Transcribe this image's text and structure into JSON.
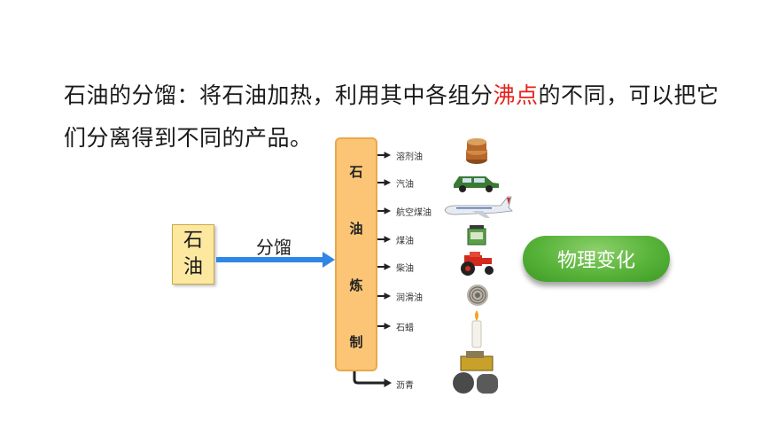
{
  "intro": {
    "part1": "石油的分馏：将石油加热，利用其中各组分",
    "highlight": "沸点",
    "part2": "的不同，可以把它",
    "line2": "们分离得到不同的产品。"
  },
  "source_box": {
    "char1": "石",
    "char2": "油"
  },
  "arrow_label": "分馏",
  "tower": {
    "chars": [
      "石",
      "油",
      "炼",
      "制"
    ]
  },
  "products": [
    "溶剂油",
    "汽油",
    "航空煤油",
    "煤油",
    "柴油",
    "润滑油",
    "石蜡",
    "沥青"
  ],
  "icons": [
    "barrel-stack-icon",
    "car-icon",
    "airplane-icon",
    "stove-icon",
    "tractor-icon",
    "lubricant-coil-icon",
    "candle-icon",
    "road-roller-icon"
  ],
  "result_badge": "物理变化",
  "colors": {
    "highlight": "#e8201a",
    "arrow": "#2f86e6",
    "tower": "#fbc575",
    "badge": "#58b33a"
  }
}
